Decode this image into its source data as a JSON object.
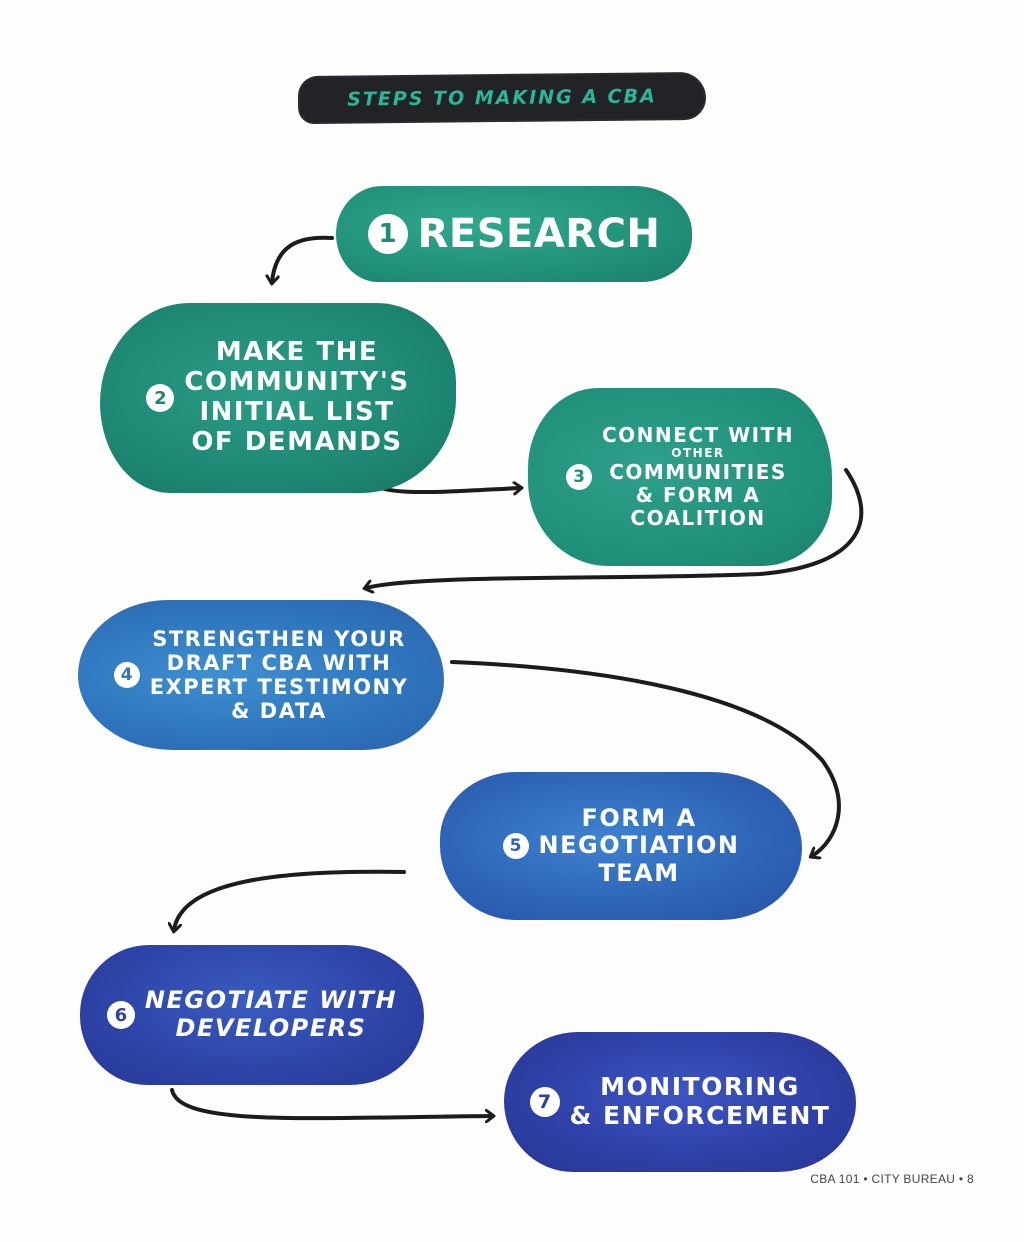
{
  "banner": {
    "title": "STEPS TO MAKING A CBA"
  },
  "steps": [
    {
      "number": "1",
      "lines": [
        "RESEARCH"
      ]
    },
    {
      "number": "2",
      "lines": [
        "MAKE the",
        "COMMUNITY'S",
        "INITIAL LIST",
        "of DEMANDS"
      ]
    },
    {
      "number": "3",
      "lines": [
        "CONNECT WITH",
        "OTHER",
        "COMMUNITIES",
        "& FORM A",
        "COALITION"
      ]
    },
    {
      "number": "4",
      "lines": [
        "STRENGTHEN YOUR",
        "DRAFT CBA WITH",
        "EXPERT TESTIMONY",
        "& DATA"
      ]
    },
    {
      "number": "5",
      "lines": [
        "FORM A",
        "NEGOTIATION",
        "TEAM"
      ]
    },
    {
      "number": "6",
      "lines": [
        "NEGOTIATE WITH",
        "DEVELOPERS"
      ]
    },
    {
      "number": "7",
      "lines": [
        "MONITORING",
        "& ENFORCEMENT"
      ]
    }
  ],
  "footer": {
    "text": "CBA 101 • CITY BUREAU • 8"
  },
  "colors": {
    "banner_bg": "#222326",
    "banner_text": "#2bb69a",
    "teal": "#1f8c76",
    "blue": "#2f76bd",
    "indigo": "#2d43a6",
    "arrow": "#1c1c1c"
  }
}
